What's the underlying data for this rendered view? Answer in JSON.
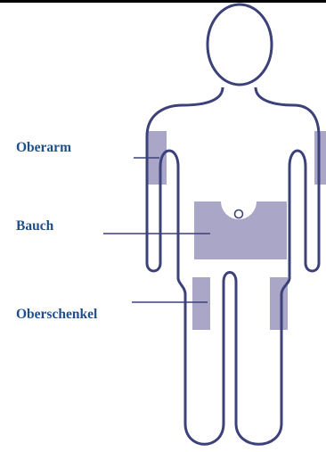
{
  "colors": {
    "outline": "#3c4179",
    "zone_fill": "#a9a6c8",
    "label": "#1f4e8c",
    "top_rule": "#000000"
  },
  "labels": {
    "upper_arm": "Oberarm",
    "belly": "Bauch",
    "thigh": "Oberschenkel"
  },
  "zones": [
    {
      "name": "Oberarm",
      "count": 2
    },
    {
      "name": "Bauch",
      "count": 1
    },
    {
      "name": "Oberschenkel",
      "count": 2
    }
  ]
}
